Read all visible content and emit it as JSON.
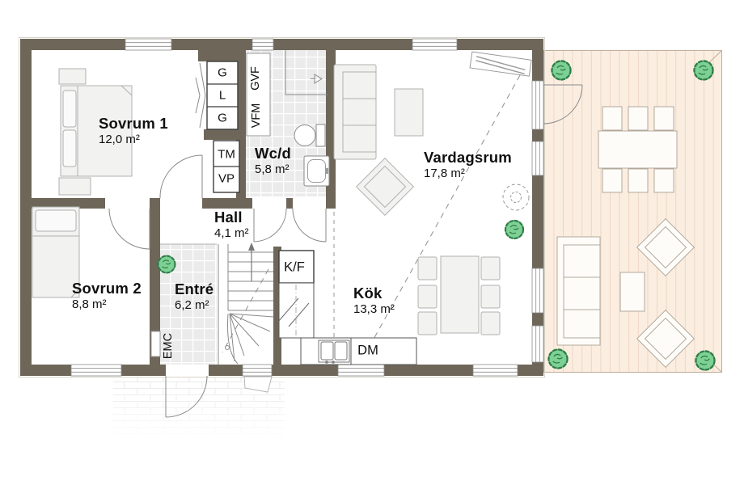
{
  "rooms": [
    {
      "name": "Sovrum 1",
      "area": "12,0 m²"
    },
    {
      "name": "Sovrum 2",
      "area": "8,8 m²"
    },
    {
      "name": "Wc/d",
      "area": "5,8 m²"
    },
    {
      "name": "Hall",
      "area": "4,1 m²"
    },
    {
      "name": "Entré",
      "area": "6,2 m²"
    },
    {
      "name": "Kök",
      "area": "13,3 m²"
    },
    {
      "name": "Vardagsrum",
      "area": "17,8 m²"
    }
  ],
  "labels": {
    "closet_top": "G",
    "closet_mid": "L",
    "closet_bot": "G",
    "tm": "TM",
    "vp": "VP",
    "gvf": "GVF",
    "vfm": "VFM",
    "kf": "K/F",
    "dm": "DM",
    "emc": "EMC"
  },
  "colors": {
    "wall": "#6e6759",
    "tile": "#ebebeb",
    "deck": "#fbeee1",
    "deckline": "#ecd6c5",
    "furn": "#f2f2f0",
    "plant": "#7ed194",
    "plantedge": "#2e7d47",
    "line": "#8a8a8a",
    "text": "#101010"
  }
}
